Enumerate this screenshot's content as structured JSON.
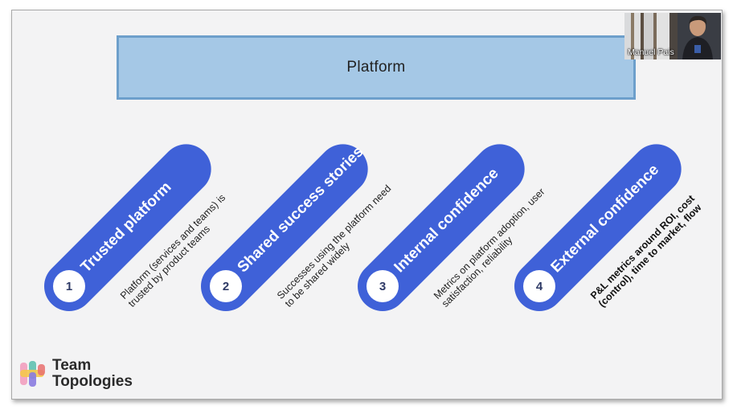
{
  "slide": {
    "platform_label": "Platform",
    "steps": [
      {
        "number": "1",
        "title": "Trusted platform",
        "description": "Platform (services and teams) is trusted by product teams",
        "color": "#3f61d8"
      },
      {
        "number": "2",
        "title": "Shared success stories",
        "description": "Successes using the platform need to be shared widely",
        "color": "#3f61d8"
      },
      {
        "number": "3",
        "title": "Internal confidence",
        "description": "Metrics on platform adoption, user satisfaction, reliability",
        "color": "#3f61d8"
      },
      {
        "number": "4",
        "title": "External confidence",
        "description": "P&L metrics around ROI, cost (control), time to market, flow",
        "color": "#3f61d8"
      }
    ],
    "logo": {
      "line1": "Team",
      "line2": "Topologies",
      "icon": "team-topologies-logo"
    }
  },
  "video_overlay": {
    "participant_name": "Manuel Pais"
  },
  "colors": {
    "platform_fill": "#a5c8e6",
    "platform_border": "#6d9fcb",
    "pill_blue": "#3f61d8",
    "slide_background": "#f3f3f4"
  }
}
